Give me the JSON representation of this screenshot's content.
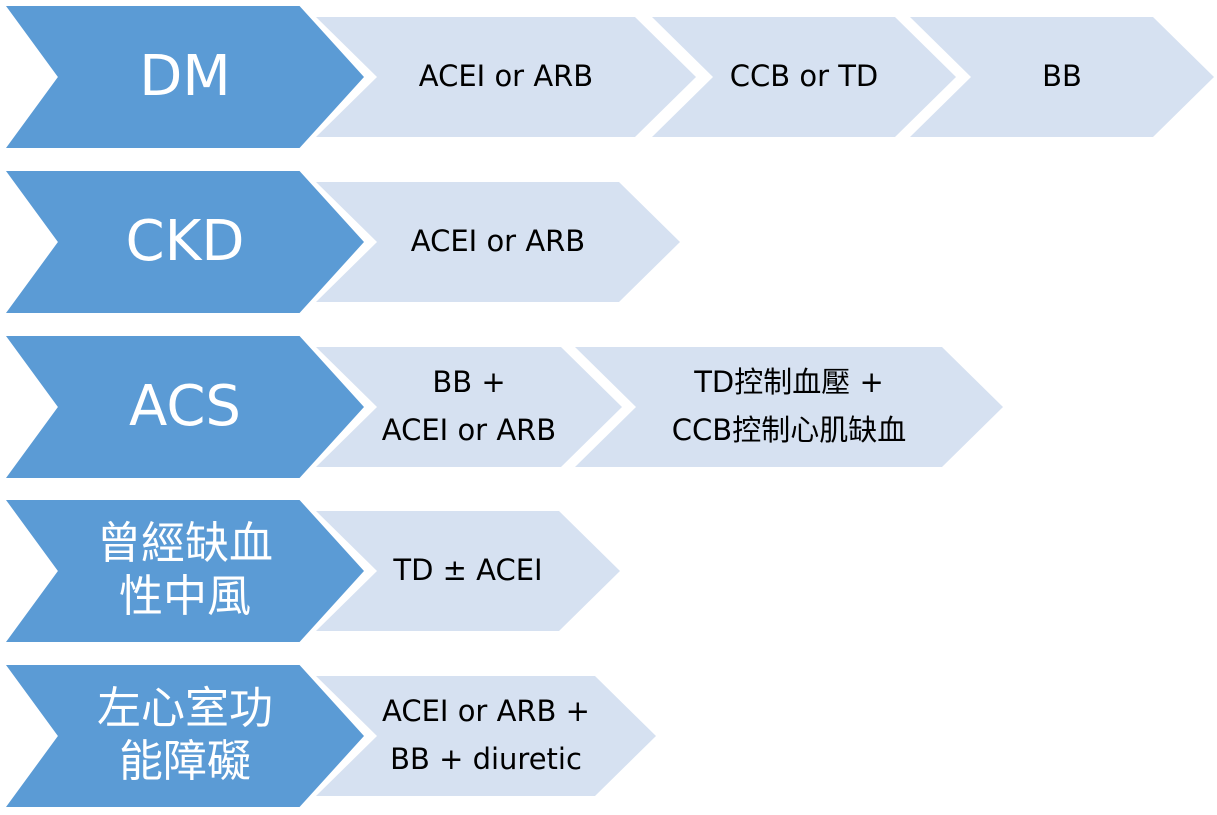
{
  "rows": [
    {
      "category": [
        "DM"
      ],
      "steps": [
        [
          "ACEI or ARB"
        ],
        [
          "CCB or TD"
        ],
        [
          "BB"
        ]
      ]
    },
    {
      "category": [
        "CKD"
      ],
      "steps": [
        [
          "ACEI or ARB"
        ]
      ]
    },
    {
      "category": [
        "ACS"
      ],
      "steps": [
        [
          "BB +",
          "ACEI or ARB"
        ],
        [
          "TD控制血壓 +",
          "CCB控制心肌缺血"
        ]
      ]
    },
    {
      "category": [
        "曾經缺血",
        "性中風"
      ],
      "steps": [
        [
          "TD ± ACEI"
        ]
      ]
    },
    {
      "category": [
        "左心室功",
        "能障礙"
      ],
      "steps": [
        [
          "ACEI or ARB +",
          "BB + diuretic"
        ]
      ]
    }
  ],
  "colors": {
    "category_fill": "#5b9bd5",
    "step_fill": "#d6e1f1",
    "category_text": "#ffffff",
    "step_text": "#000000"
  }
}
